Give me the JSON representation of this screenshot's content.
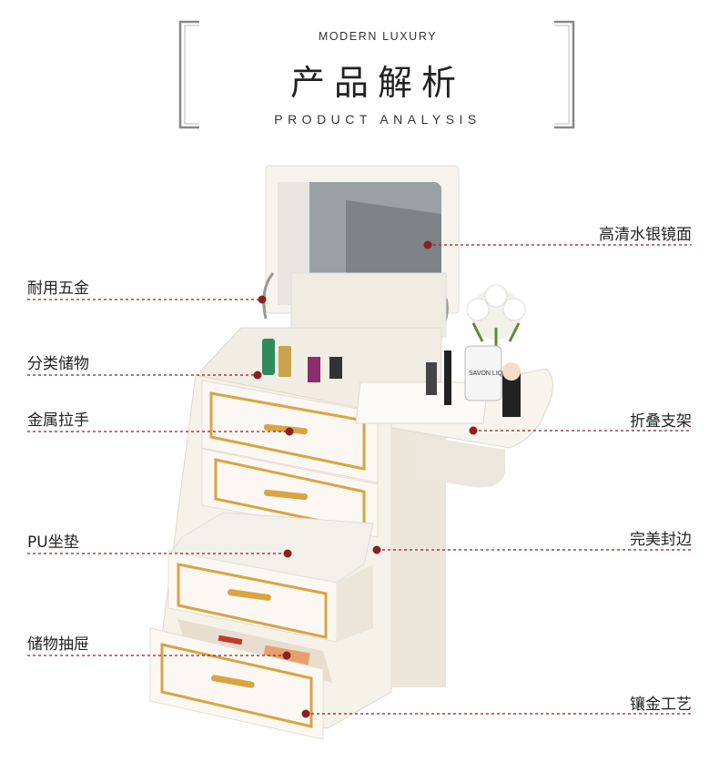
{
  "header": {
    "en_small": "MODERN LUXURY",
    "title": "产品解析",
    "en_large": "PRODUCT ANALYSIS"
  },
  "callouts": {
    "left": [
      {
        "id": "hardware",
        "text": "耐用五金"
      },
      {
        "id": "storage",
        "text": "分类储物"
      },
      {
        "id": "handle",
        "text": "金属拉手"
      },
      {
        "id": "cushion",
        "text": "PU坐垫"
      },
      {
        "id": "drawer",
        "text": "储物抽屉"
      }
    ],
    "right": [
      {
        "id": "mirror",
        "text": "高清水银镜面"
      },
      {
        "id": "bracket",
        "text": "折叠支架"
      },
      {
        "id": "edge",
        "text": "完美封边"
      },
      {
        "id": "gold",
        "text": "镶金工艺"
      }
    ]
  },
  "product_text": {
    "bottle_label": "SAVON LIQUIDE"
  },
  "colors": {
    "line": "#8b1f24",
    "dot": "#8b1f24",
    "gold": "#d9a441",
    "cabinet": "#f4efe7",
    "bracket": "#777777"
  }
}
